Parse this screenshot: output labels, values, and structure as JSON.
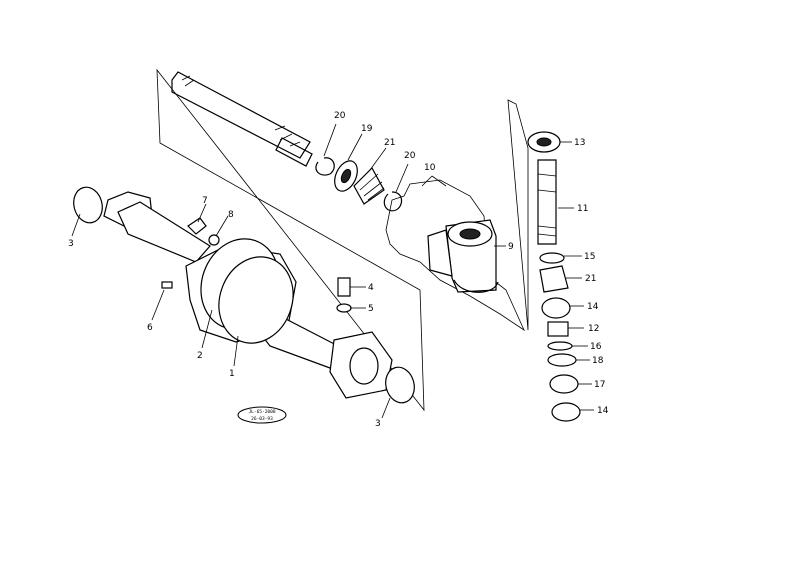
{
  "callouts": {
    "p1": "1",
    "p2": "2",
    "p3a": "3",
    "p3b": "3",
    "p4": "4",
    "p5": "5",
    "p6": "6",
    "p7": "7",
    "p8": "8",
    "p9": "9",
    "p10": "10",
    "p11": "11",
    "p12": "12",
    "p13": "13",
    "p14a": "14",
    "p14b": "14",
    "p15": "15",
    "p16": "16",
    "p17": "17",
    "p18": "18",
    "p19": "19",
    "p20a": "20",
    "p20b": "20",
    "p21a": "21",
    "p21b": "21"
  },
  "stamp": {
    "line1": "JL-65-2008",
    "line2": "26-03-93"
  }
}
